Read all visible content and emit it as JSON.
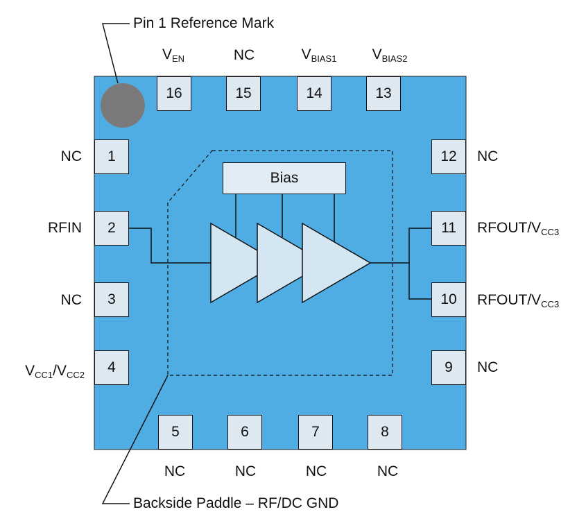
{
  "callouts": {
    "pin1_mark": "Pin 1 Reference Mark",
    "backside_paddle": "Backside Paddle – RF/DC GND"
  },
  "bias_block": "Bias",
  "pins": {
    "p1": {
      "num": "1",
      "label": "NC"
    },
    "p2": {
      "num": "2",
      "label": "RFIN"
    },
    "p3": {
      "num": "3",
      "label": "NC"
    },
    "p4": {
      "num": "4",
      "label": {
        "a": "V",
        "a_sub": "CC1",
        "sep": "/V",
        "b_sub": "CC2"
      }
    },
    "p5": {
      "num": "5",
      "label": "NC"
    },
    "p6": {
      "num": "6",
      "label": "NC"
    },
    "p7": {
      "num": "7",
      "label": "NC"
    },
    "p8": {
      "num": "8",
      "label": "NC"
    },
    "p9": {
      "num": "9",
      "label": "NC"
    },
    "p10": {
      "num": "10",
      "label": {
        "main": "RFOUT/V",
        "sub": "CC3"
      }
    },
    "p11": {
      "num": "11",
      "label": {
        "main": "RFOUT/V",
        "sub": "CC3"
      }
    },
    "p12": {
      "num": "12",
      "label": "NC"
    },
    "p13": {
      "num": "13",
      "label": {
        "main": "V",
        "sub": "BIAS2"
      }
    },
    "p14": {
      "num": "14",
      "label": {
        "main": "V",
        "sub": "BIAS1"
      }
    },
    "p15": {
      "num": "15",
      "label": "NC"
    },
    "p16": {
      "num": "16",
      "label": {
        "main": "V",
        "sub": "EN"
      }
    }
  },
  "colors": {
    "package": "#4fade4",
    "pad_fill": "#dde8f1",
    "pin1_dot": "#7a7a7a",
    "amp_fill": "#d3e6f2"
  }
}
